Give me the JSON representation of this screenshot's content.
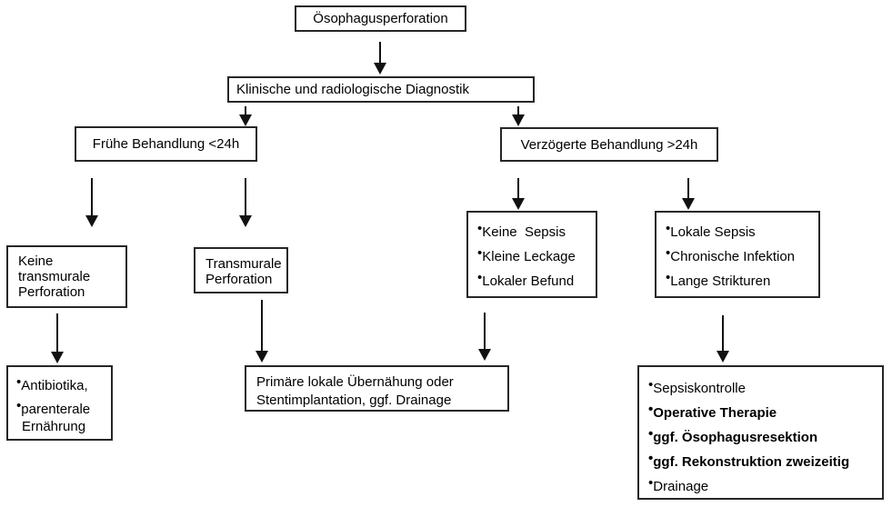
{
  "colors": {
    "border": "#262626",
    "text": "#000000",
    "background": "#ffffff",
    "arrow": "#111111"
  },
  "nodes": {
    "title": "Ösophagusperforation",
    "diagnostik": "Klinische und radiologische Diagnostik",
    "fruehe": "Frühe Behandlung <24h",
    "verzoegerte": "Verzögerte Behandlung >24h",
    "keine_transmurale": "Keine\ntransmurale\nPerforation",
    "transmurale": "Transmurale\nPerforation",
    "keine_sepsis": [
      {
        "text": "Keine  Sepsis",
        "bold": false
      },
      {
        "text": "Kleine Leckage",
        "bold": false
      },
      {
        "text": "Lokaler Befund",
        "bold": false
      }
    ],
    "lokale_sepsis": [
      {
        "text": "Lokale Sepsis",
        "bold": false
      },
      {
        "text": "Chronische Infektion",
        "bold": false
      },
      {
        "text": "Lange Strikturen",
        "bold": false
      }
    ],
    "antibiotika": [
      {
        "text": "Antibiotika,",
        "bold": false
      },
      {
        "text": "parenterale Ernährung",
        "bold": false
      }
    ],
    "primaere": "Primäre lokale Übernähung oder\nStentimplantation, ggf. Drainage",
    "sepsiskontrolle": [
      {
        "text": "Sepsiskontrolle",
        "bold": false
      },
      {
        "text": "Operative Therapie",
        "bold": true
      },
      {
        "text": "ggf. Ösophagusresektion",
        "bold": true
      },
      {
        "text": "ggf. Rekonstruktion zweizeitig",
        "bold": true
      },
      {
        "text": "Drainage",
        "bold": false
      }
    ]
  }
}
